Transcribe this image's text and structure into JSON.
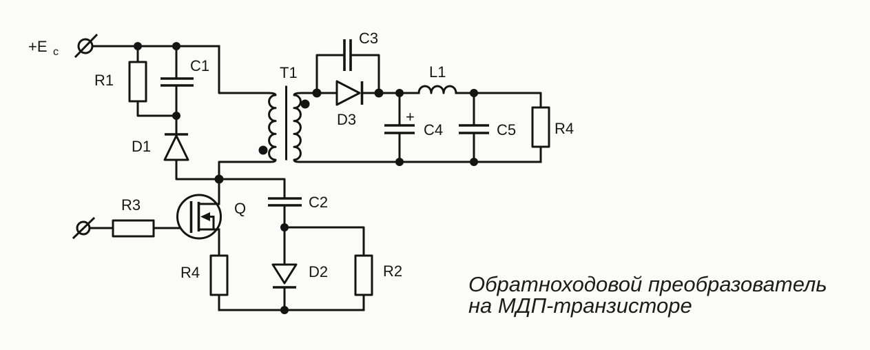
{
  "power": {
    "main": "+E",
    "sub": "c"
  },
  "components": {
    "r1": "R1",
    "c1": "C1",
    "d1": "D1",
    "t1": "T1",
    "c3": "C3",
    "d3": "D3",
    "l1": "L1",
    "c4": "C4",
    "c4_polarity": "+",
    "c5": "C5",
    "r4_out": "R4",
    "r3": "R3",
    "q": "Q",
    "c2": "C2",
    "r4_source": "R4",
    "d2": "D2",
    "r2": "R2"
  },
  "caption": {
    "line1": "Обратноходовой преобразователь",
    "line2": "на МДП-транзисторе"
  },
  "colors": {
    "ink": "#141414",
    "paper": "#fbfbf9"
  }
}
